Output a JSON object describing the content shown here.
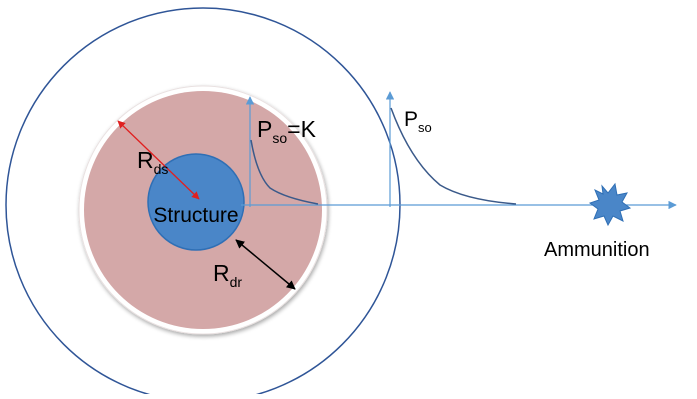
{
  "labels": {
    "structure": "Structure",
    "rds_main": "R",
    "rds_sub": "ds",
    "rdr_main": "R",
    "rdr_sub": "dr",
    "pso_k_main": "P",
    "pso_k_sub": "so",
    "pso_k_suffix": "=K",
    "pso_main": "P",
    "pso_sub": "so",
    "ammunition": "Ammunition"
  },
  "colors": {
    "outer_ring": "#2f5597",
    "pink_zone": "#d4a8a8",
    "pink_zone_edge": "#e9e1e1",
    "structure_fill": "#4a86c8",
    "structure_edge": "#2f6fb5",
    "axis": "#5b9bd5",
    "pressure_curve": "#3b5a8a",
    "rds_arrow": "#e02020",
    "rdr_arrow": "#000000",
    "explosion": "#4a86c8",
    "text": "#000000"
  },
  "icons": {
    "explosion": "explosion-burst-icon"
  }
}
